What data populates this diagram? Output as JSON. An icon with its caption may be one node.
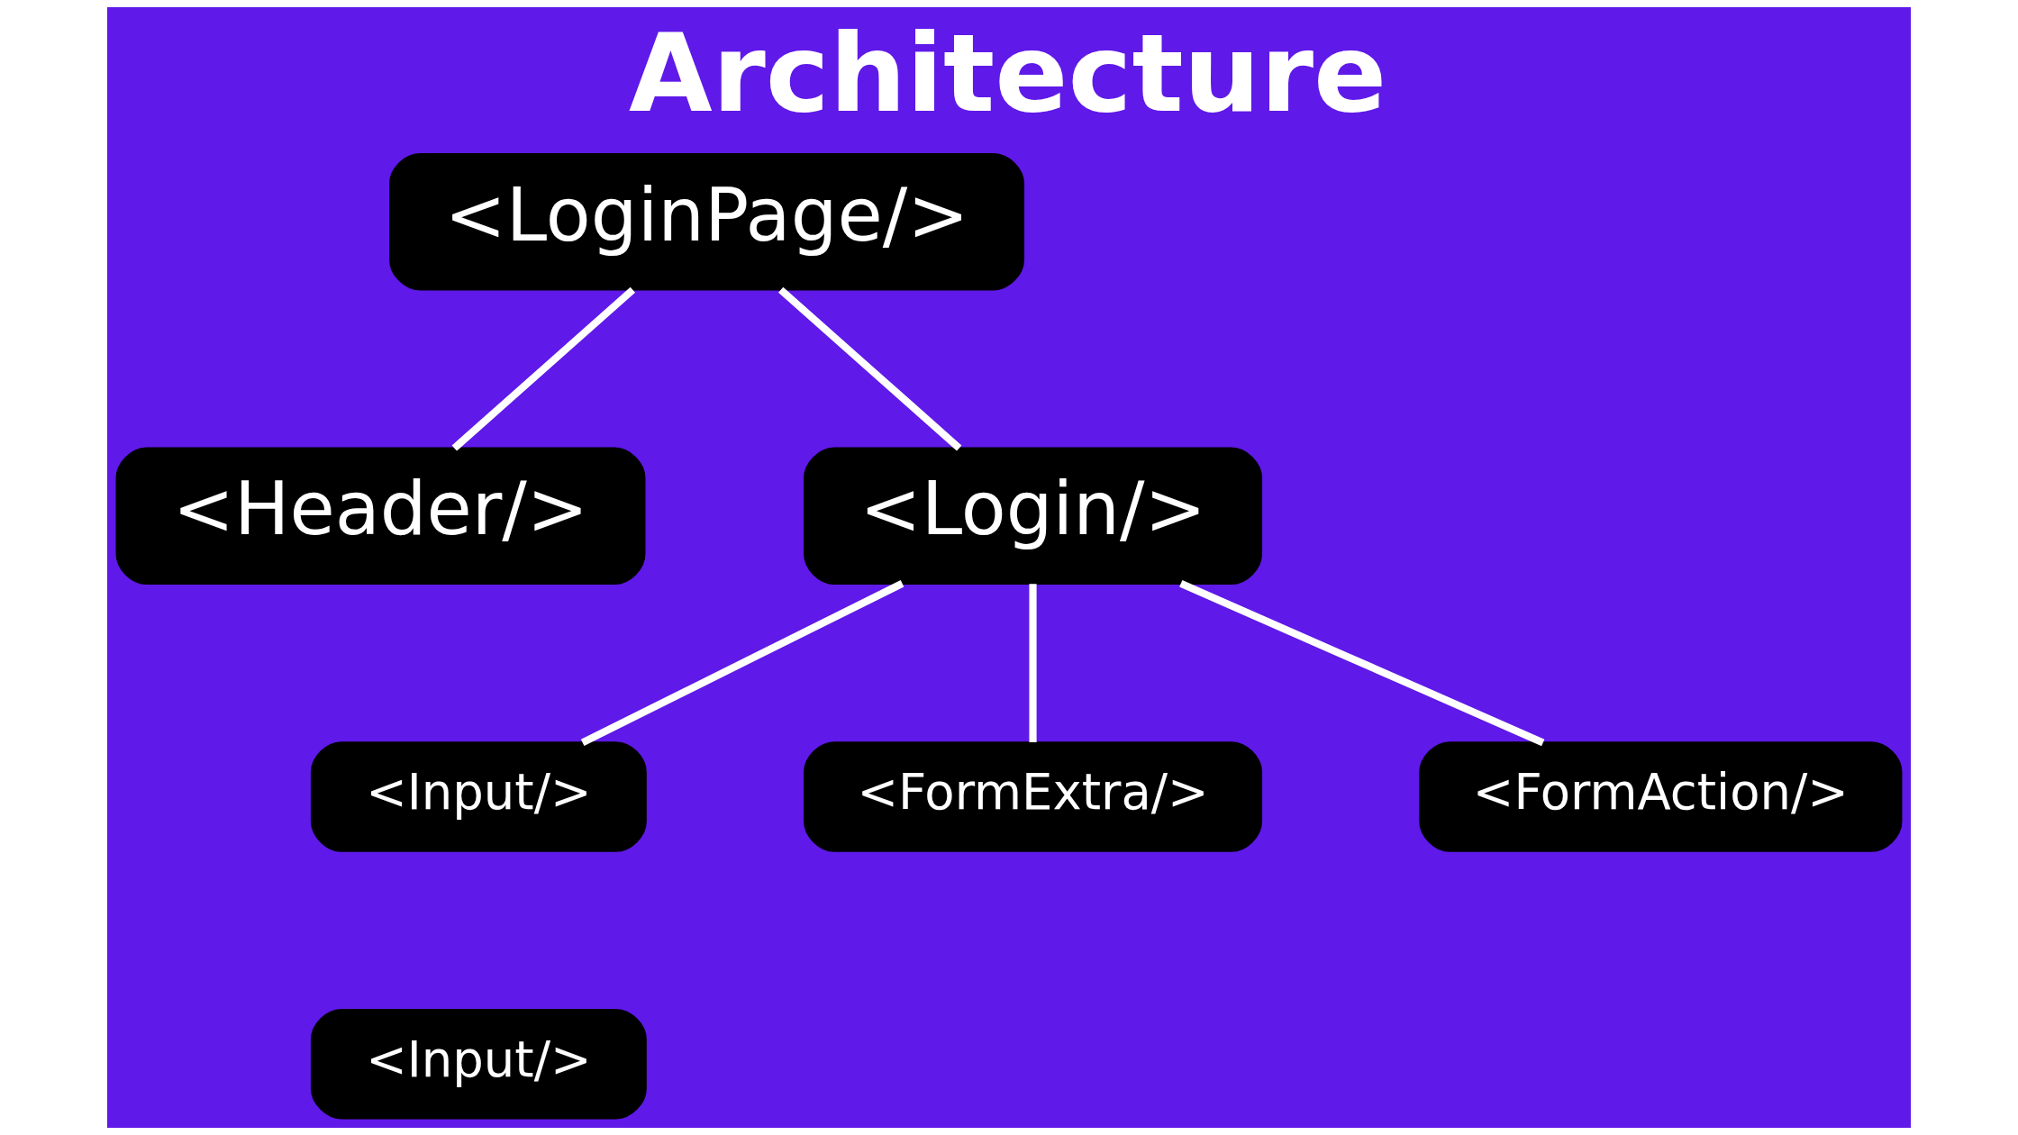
{
  "diagram": {
    "title": "Architecture",
    "nodes": [
      {
        "text": [
          "<LoginPage/>"
        ]
      },
      {
        "text": [
          "<Header/>"
        ]
      },
      {
        "text": [
          "<Login/>"
        ]
      },
      {
        "text": [
          "<Input/>"
        ]
      },
      {
        "text": [
          "<FormExtra/>"
        ]
      },
      {
        "text": [
          "<FormAction/>"
        ]
      },
      {
        "text": [
          "<Input/>"
        ]
      }
    ],
    "edges": [
      {
        "from": 0,
        "to": 1,
        "arrow": "none"
      },
      {
        "from": 0,
        "to": 2,
        "arrow": "none"
      },
      {
        "from": 2,
        "to": 3,
        "arrow": "none"
      },
      {
        "from": 2,
        "to": 4,
        "arrow": "none"
      },
      {
        "from": 2,
        "to": 5,
        "arrow": "none"
      }
    ]
  }
}
